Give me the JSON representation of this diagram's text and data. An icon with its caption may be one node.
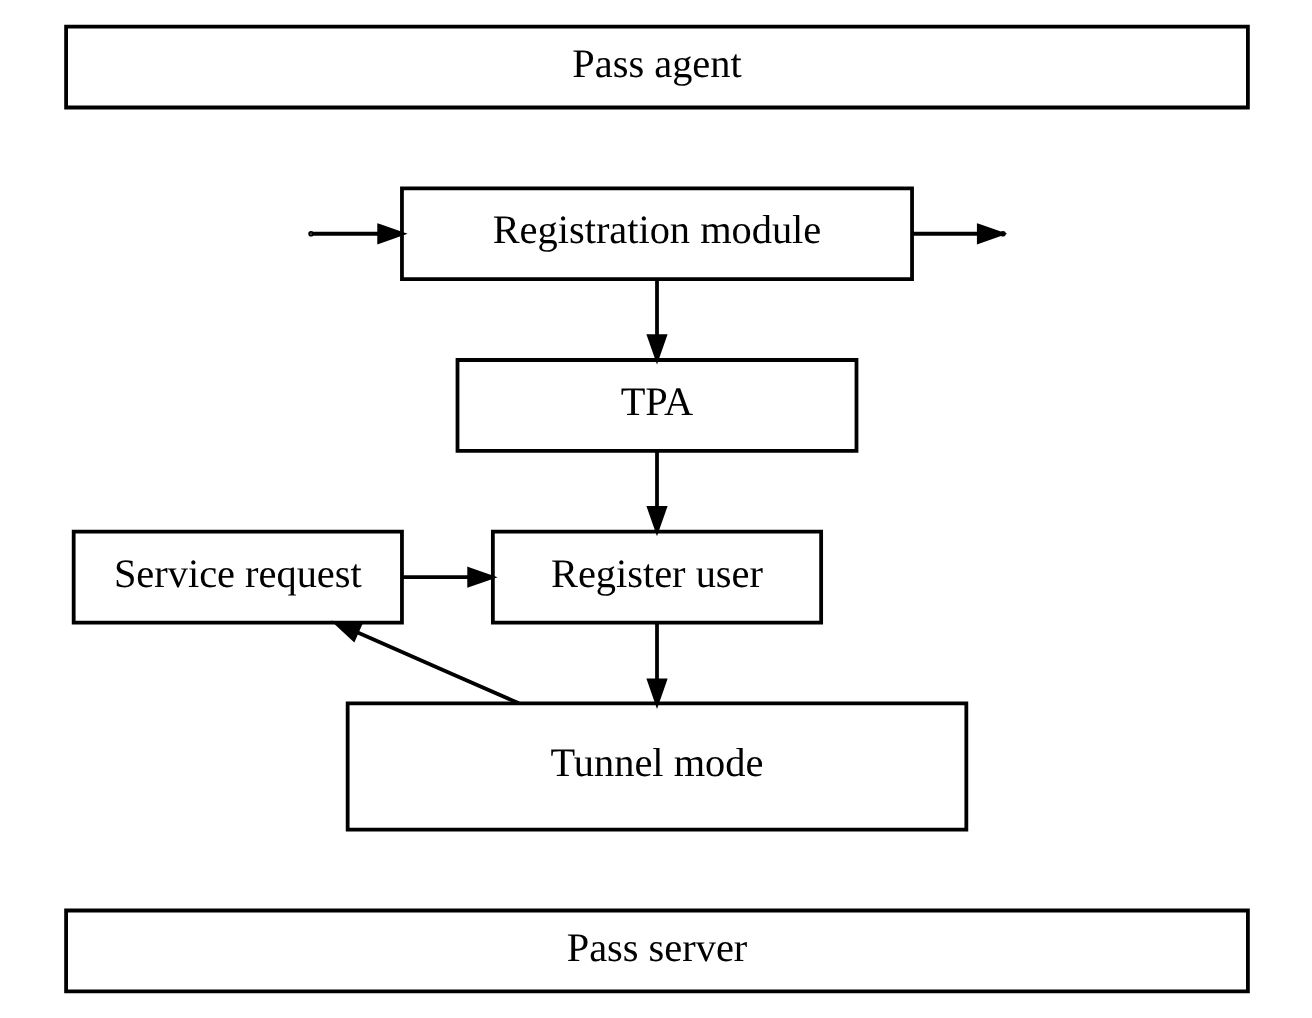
{
  "diagram": {
    "nodes": [
      {
        "text": [
          "Pass agent"
        ]
      },
      {
        "text": [
          "Registration module"
        ]
      },
      {
        "text": [
          "TPA"
        ]
      },
      {
        "text": [
          "Service request"
        ]
      },
      {
        "text": [
          "Register user"
        ]
      },
      {
        "text": [
          "Tunnel mode"
        ]
      },
      {
        "text": [
          "Pass server"
        ]
      }
    ],
    "edges": [
      {
        "from": null,
        "to": 1,
        "arrow": "to"
      },
      {
        "from": 1,
        "to": null,
        "arrow": "to"
      },
      {
        "from": 1,
        "to": 2,
        "arrow": "to"
      },
      {
        "from": 2,
        "to": 4,
        "arrow": "to"
      },
      {
        "from": 3,
        "to": 4,
        "arrow": "to"
      },
      {
        "from": 4,
        "to": 5,
        "arrow": "to"
      },
      {
        "from": 5,
        "to": 3,
        "arrow": "to"
      }
    ]
  }
}
